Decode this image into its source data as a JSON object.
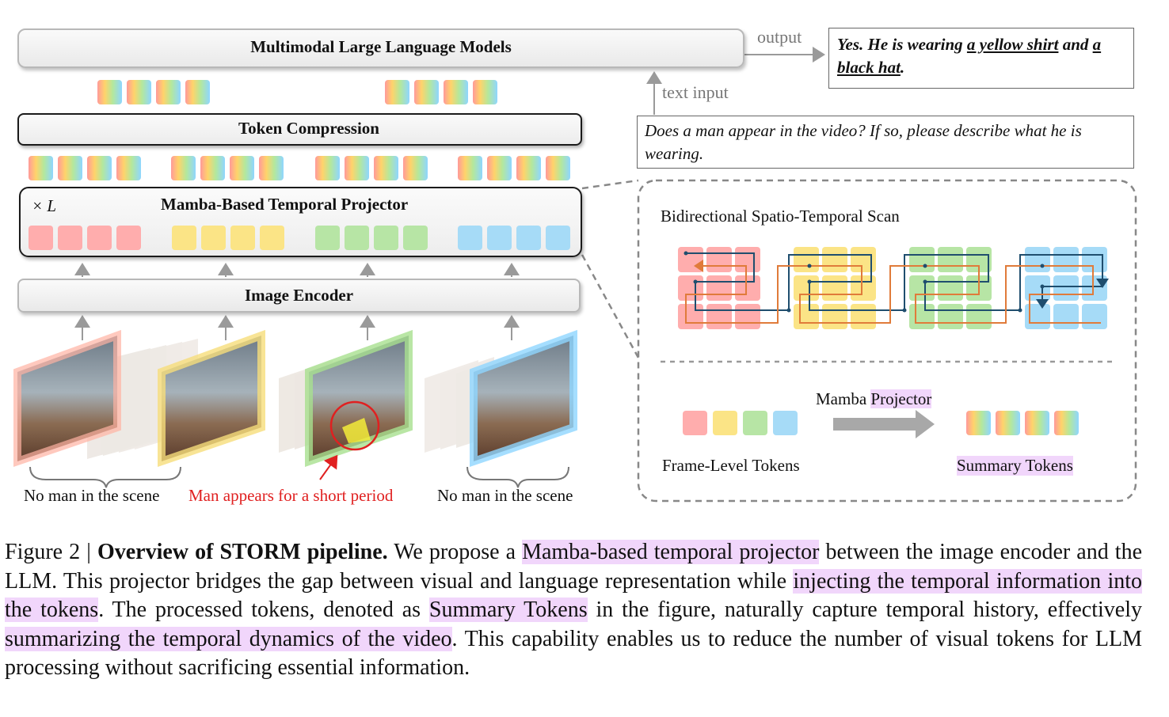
{
  "diagram": {
    "llm_box": "Multimodal Large Language Models",
    "token_compression": "Token Compression",
    "projector_title": "Mamba-Based Temporal Projector",
    "times_l": "× L",
    "image_encoder": "Image Encoder",
    "output_label": "output",
    "text_input_label": "text input",
    "answer_prefix": "Yes. He is wearing ",
    "answer_yellow_shirt": "a yellow shirt",
    "answer_and": " and",
    "answer_black_hat": "a black hat",
    "answer_period": ".",
    "question": "Does a man appear in the video? If so, please describe what he is wearing.",
    "scan_title": "Bidirectional Spatio-Temporal Scan",
    "mamba_word": "Mamba",
    "projector_word": "Projector",
    "frame_level_tokens": "Frame-Level Tokens",
    "summary_tokens": "Summary Tokens",
    "no_man_left": "No man in the scene",
    "man_appears": "Man appears for a short period",
    "no_man_right": "No man in the scene"
  },
  "colors": {
    "red_token": "#ffadad",
    "yellow_token": "#fbe486",
    "green_token": "#b7e5a5",
    "blue_token": "#a6dbf7",
    "scan_forward": "#1f4e6e",
    "scan_backward": "#e07b3a",
    "highlight": "#f1d6fb",
    "alert_red": "#e02020"
  },
  "caption": {
    "fig_label": "Figure 2 | ",
    "title": "Overview of STORM pipeline.",
    "t1": " We propose a ",
    "h1": "Mamba-based temporal projector",
    "t2": " between the image encoder and the LLM. This projector bridges the gap between visual and language representation while ",
    "h2": "injecting the temporal information into the tokens",
    "t3": ". The processed tokens, denoted as ",
    "h3": "Summary Tokens",
    "t4": " in the figure, naturally capture temporal history, effectively ",
    "h4": "summarizing the temporal dynamics of the video",
    "t5": ". This capability enables us to reduce the number of visual tokens for LLM processing without sacrificing essential information."
  }
}
